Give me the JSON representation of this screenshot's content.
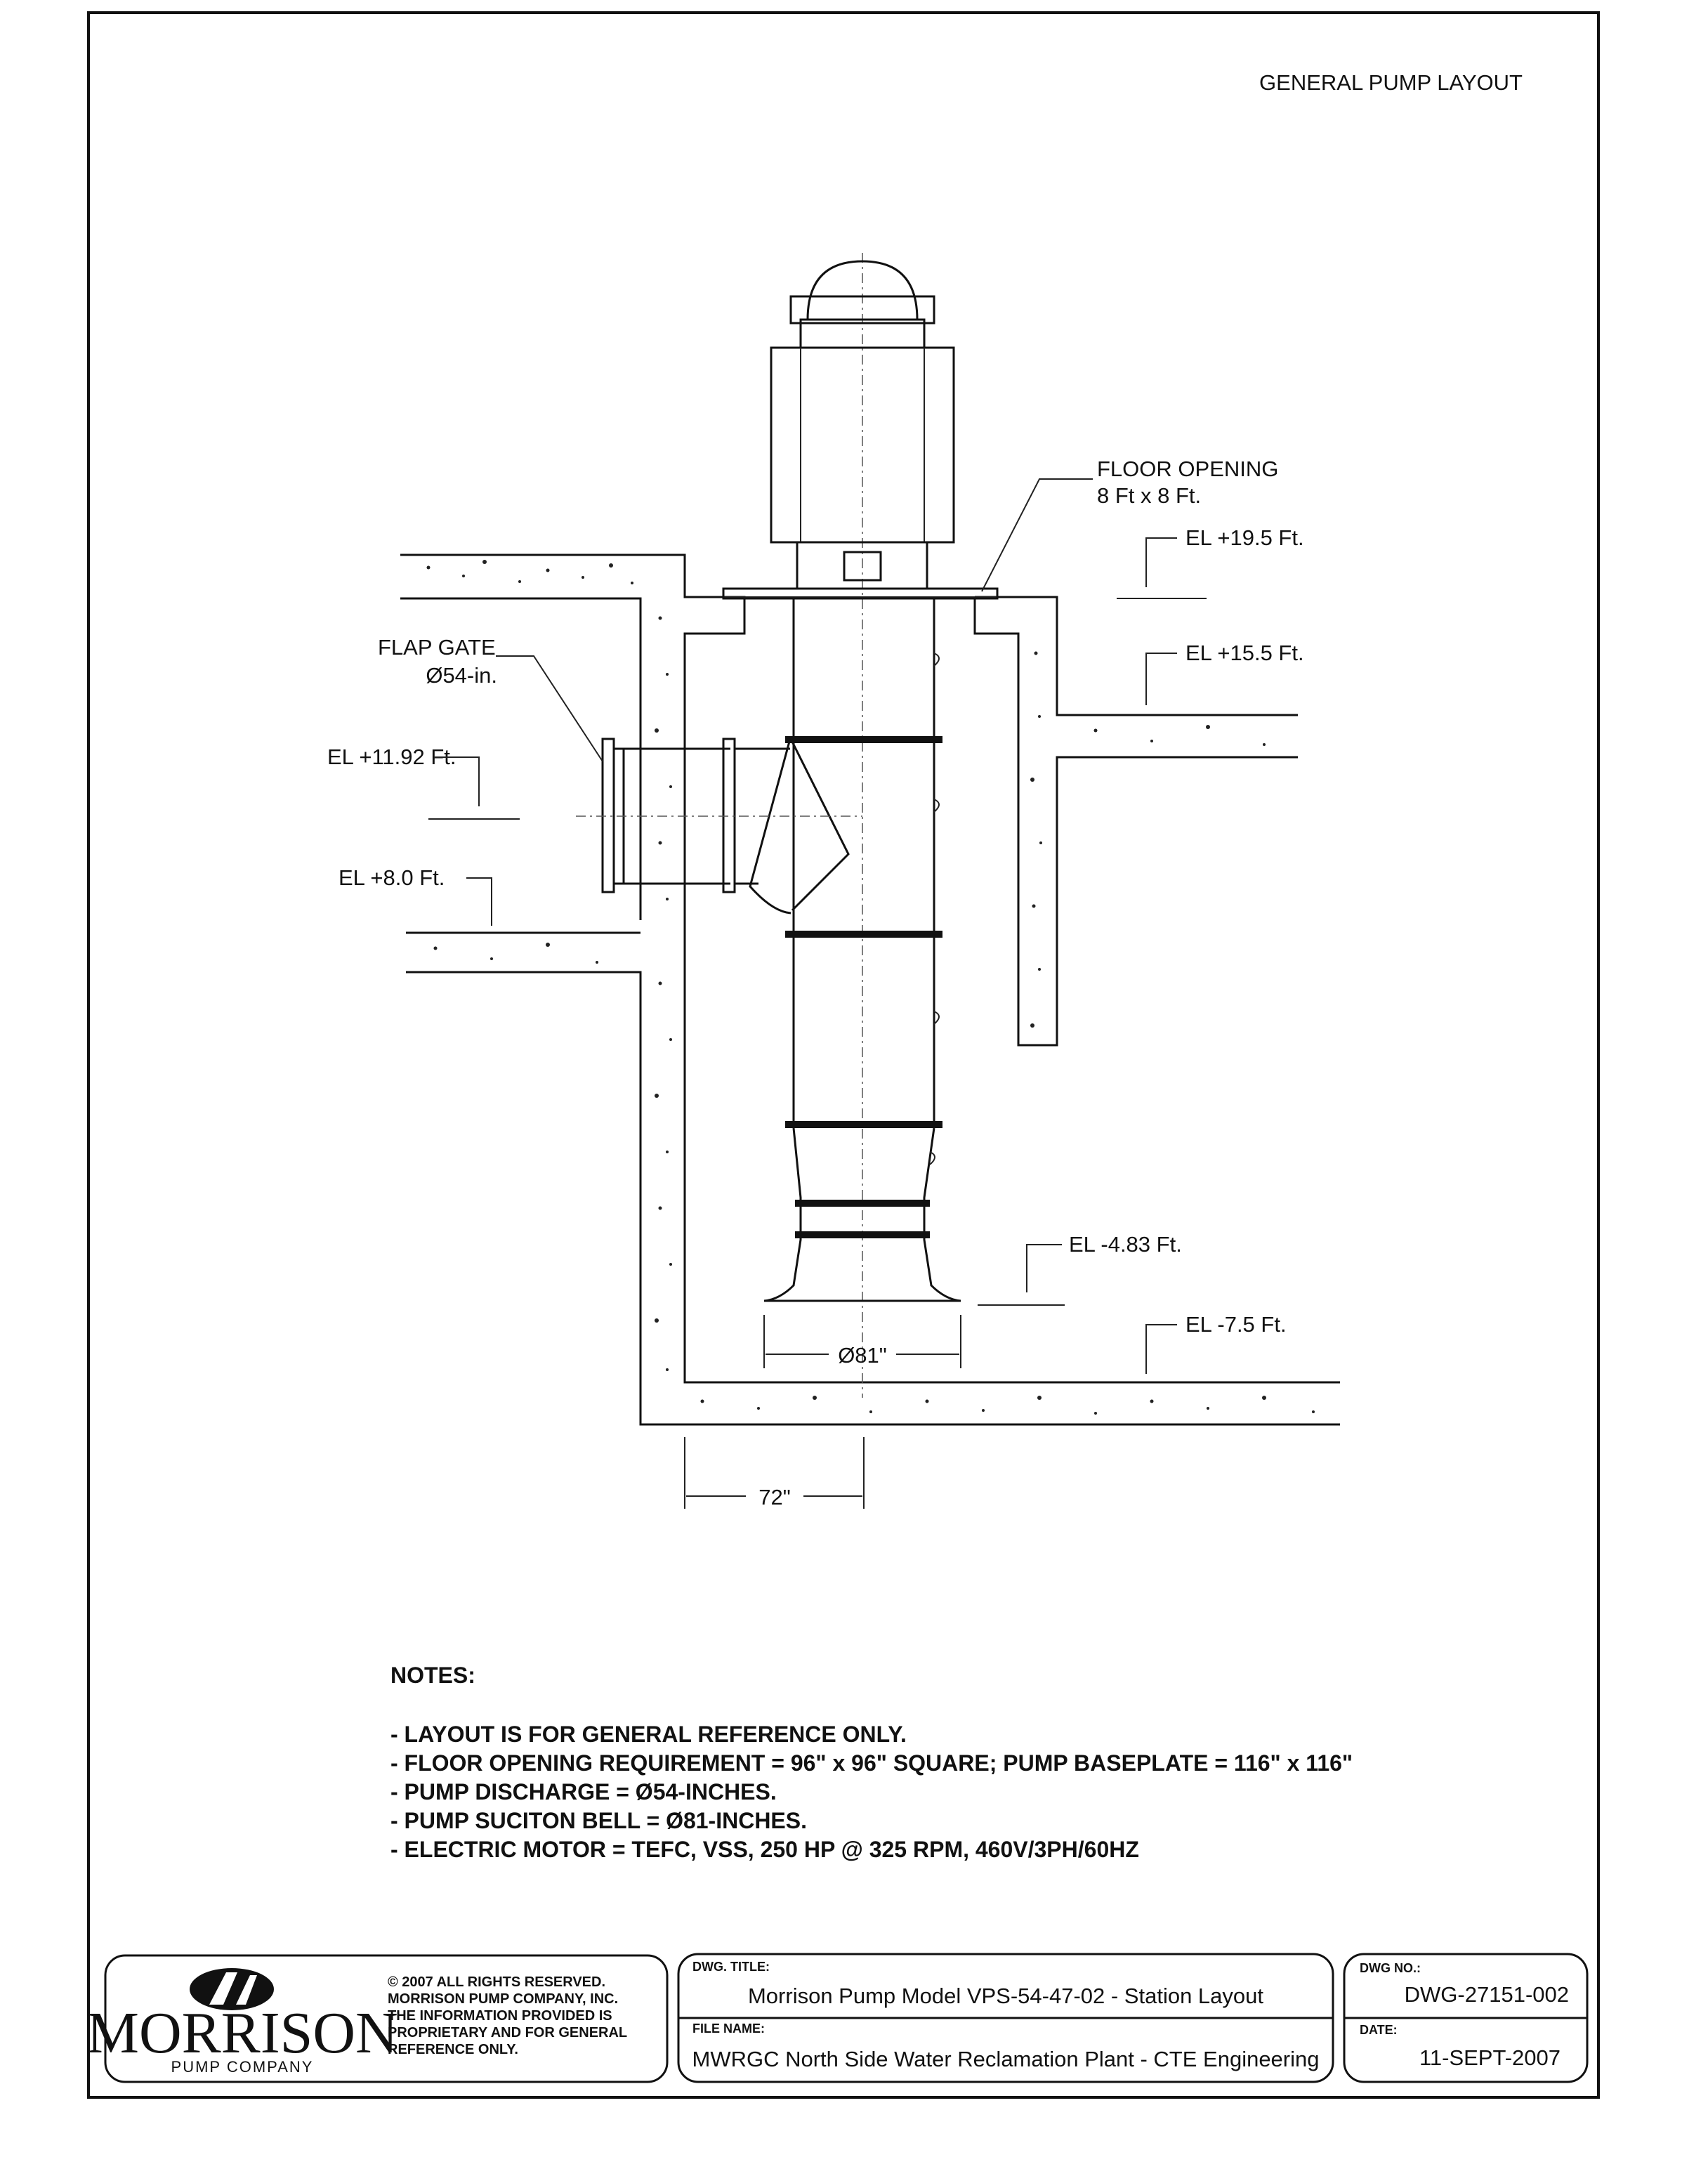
{
  "header": {
    "title": "GENERAL PUMP LAYOUT"
  },
  "callouts": {
    "floor_opening": "FLOOR OPENING",
    "floor_opening_size": "8 Ft x 8 Ft.",
    "flap_gate": "FLAP GATE",
    "flap_gate_size": "Ø54-in.",
    "el_19_5": "EL +19.5 Ft.",
    "el_15_5": "EL +15.5 Ft.",
    "el_11_92": "EL +11.92 Ft.",
    "el_8_0": "EL +8.0 Ft.",
    "el_m4_83": "EL -4.83 Ft.",
    "el_m7_5": "EL -7.5 Ft.",
    "dim_bell": "Ø81\"",
    "dim_wall": "72\""
  },
  "notes": {
    "heading": "NOTES:",
    "items": [
      "- LAYOUT IS FOR GENERAL REFERENCE ONLY.",
      "- FLOOR OPENING REQUIREMENT = 96\" x 96\" SQUARE; PUMP BASEPLATE = 116\" x 116\"",
      "- PUMP DISCHARGE = Ø54-INCHES.",
      "- PUMP SUCITON BELL = Ø81-INCHES.",
      "- ELECTRIC MOTOR = TEFC, VSS, 250 HP @ 325 RPM, 460V/3PH/60HZ"
    ]
  },
  "title_block": {
    "logo_text": "MORRISON",
    "logo_subtext": "PUMP COMPANY",
    "copyright_lines": [
      "© 2007  ALL RIGHTS RESERVED.",
      "MORRISON PUMP COMPANY, INC.",
      "THE INFORMATION PROVIDED IS",
      "PROPRIETARY AND FOR GENERAL",
      "REFERENCE ONLY."
    ],
    "dwg_title_caption": "DWG. TITLE:",
    "dwg_title": "Morrison Pump Model  VPS-54-47-02  - Station Layout",
    "file_name_caption": "FILE NAME:",
    "file_name": "MWRGC North Side Water Reclamation Plant - CTE Engineering",
    "dwg_no_caption": "DWG NO.:",
    "dwg_no": "DWG-27151-002",
    "date_caption": "DATE:",
    "date": "11-SEPT-2007"
  },
  "colors": {
    "ink": "#111111",
    "paper": "#ffffff"
  }
}
